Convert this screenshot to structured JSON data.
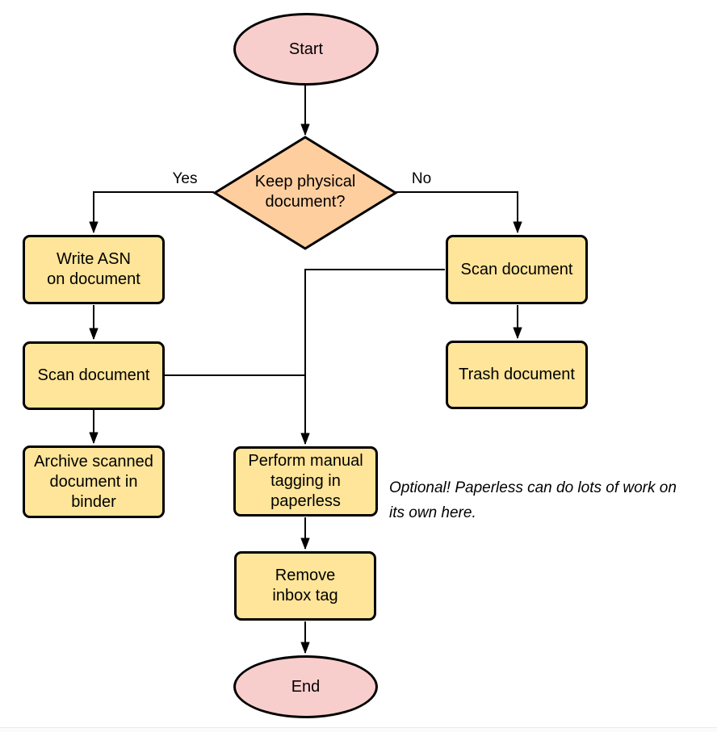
{
  "colors": {
    "terminal_fill": "#f8cecc",
    "decision_fill": "#ffce9f",
    "process_fill": "#ffe599",
    "stroke": "#000000"
  },
  "nodes": {
    "start": {
      "label": "Start",
      "type": "terminal"
    },
    "decision": {
      "lines": [
        "Keep physical",
        "document?"
      ],
      "type": "decision"
    },
    "write_asn": {
      "lines": [
        "Write ASN",
        "on document"
      ],
      "type": "process"
    },
    "scan_left": {
      "label": "Scan document",
      "type": "process"
    },
    "archive": {
      "lines": [
        "Archive scanned",
        "document in",
        "binder"
      ],
      "type": "process"
    },
    "scan_right": {
      "label": "Scan document",
      "type": "process"
    },
    "trash": {
      "label": "Trash document",
      "type": "process"
    },
    "tagging": {
      "lines": [
        "Perform manual",
        "tagging in",
        "paperless"
      ],
      "type": "process"
    },
    "remove_inbox": {
      "lines": [
        "Remove",
        "inbox tag"
      ],
      "type": "process"
    },
    "end": {
      "label": "End",
      "type": "terminal"
    }
  },
  "edge_labels": {
    "yes": "Yes",
    "no": "No"
  },
  "annotation": {
    "lines": [
      "Optional! Paperless can do lots of work on",
      "its own here."
    ]
  }
}
